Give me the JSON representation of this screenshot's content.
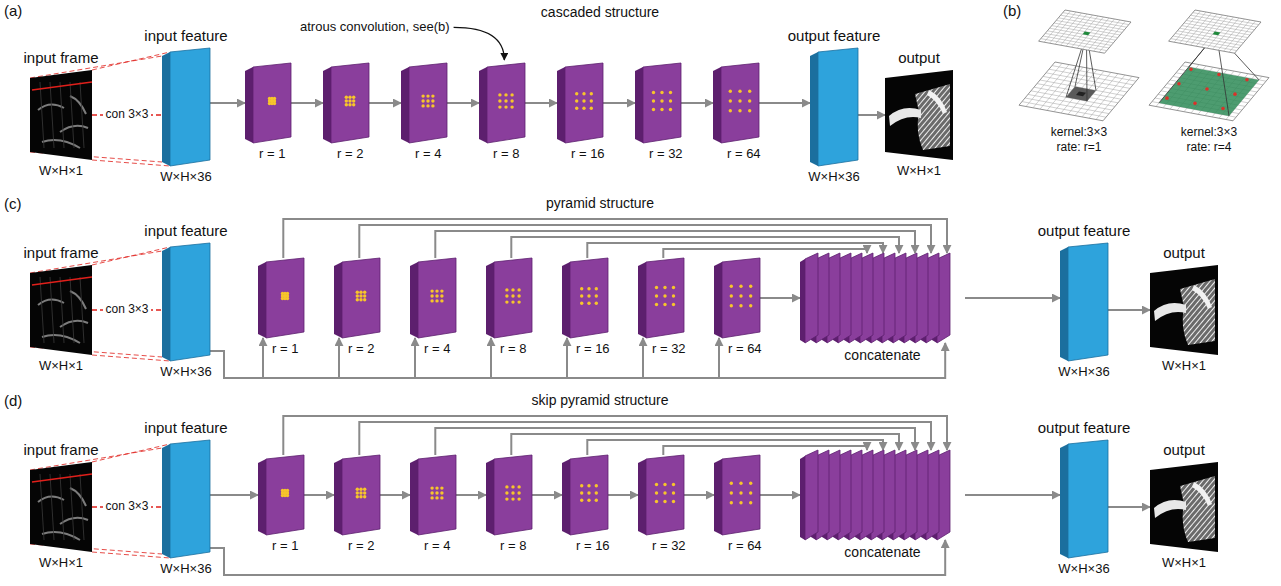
{
  "diagram": {
    "nodes": [
      {
        "text": [
          "input frame",
          "W×H×1"
        ]
      },
      {
        "text": [
          "input feature",
          "W×H×36"
        ]
      },
      {
        "text": [
          "r = 1"
        ]
      },
      {
        "text": [
          "r = 2"
        ]
      },
      {
        "text": [
          "r = 4"
        ]
      },
      {
        "text": [
          "r = 8"
        ]
      },
      {
        "text": [
          "r = 16"
        ]
      },
      {
        "text": [
          "r = 32"
        ]
      },
      {
        "text": [
          "r = 64"
        ]
      },
      {
        "text": [
          "output feature",
          "W×H×36"
        ]
      },
      {
        "text": [
          "output",
          "W×H×1"
        ]
      },
      {
        "text": [
          "input frame",
          "W×H×1"
        ]
      },
      {
        "text": [
          "input feature",
          "W×H×36"
        ]
      },
      {
        "text": [
          "r = 1"
        ]
      },
      {
        "text": [
          "r = 2"
        ]
      },
      {
        "text": [
          "r = 4"
        ]
      },
      {
        "text": [
          "r = 8"
        ]
      },
      {
        "text": [
          "r = 16"
        ]
      },
      {
        "text": [
          "r = 32"
        ]
      },
      {
        "text": [
          "r = 64"
        ]
      },
      {
        "text": [
          "concatenate"
        ]
      },
      {
        "text": [
          "output feature",
          "W×H×36"
        ]
      },
      {
        "text": [
          "output",
          "W×H×1"
        ]
      },
      {
        "text": [
          "input frame",
          "W×H×1"
        ]
      },
      {
        "text": [
          "input feature",
          "W×H×36"
        ]
      },
      {
        "text": [
          "r = 1"
        ]
      },
      {
        "text": [
          "r = 2"
        ]
      },
      {
        "text": [
          "r = 4"
        ]
      },
      {
        "text": [
          "r = 8"
        ]
      },
      {
        "text": [
          "r = 16"
        ]
      },
      {
        "text": [
          "r = 32"
        ]
      },
      {
        "text": [
          "r = 64"
        ]
      },
      {
        "text": [
          "concatenate"
        ]
      },
      {
        "text": [
          "output feature",
          "W×H×36"
        ]
      },
      {
        "text": [
          "output",
          "W×H×1"
        ]
      }
    ],
    "edges": [
      {
        "from": 0,
        "to": 1,
        "label": "con 3×3",
        "arrow": "none"
      },
      {
        "from": 1,
        "to": 2,
        "arrow": "to"
      },
      {
        "from": 2,
        "to": 3,
        "arrow": "to"
      },
      {
        "from": 3,
        "to": 4,
        "arrow": "to"
      },
      {
        "from": 4,
        "to": 5,
        "arrow": "to"
      },
      {
        "from": 5,
        "to": 6,
        "arrow": "to"
      },
      {
        "from": 6,
        "to": 7,
        "arrow": "to"
      },
      {
        "from": 7,
        "to": 8,
        "arrow": "to"
      },
      {
        "from": 8,
        "to": 9,
        "arrow": "to"
      },
      {
        "from": 9,
        "to": 10,
        "arrow": "to"
      },
      {
        "from": 11,
        "to": 12,
        "label": "con 3×3",
        "arrow": "none"
      },
      {
        "from": 12,
        "to": 13,
        "arrow": "to"
      },
      {
        "from": 12,
        "to": 14,
        "arrow": "to"
      },
      {
        "from": 12,
        "to": 15,
        "arrow": "to"
      },
      {
        "from": 12,
        "to": 16,
        "arrow": "to"
      },
      {
        "from": 12,
        "to": 17,
        "arrow": "to"
      },
      {
        "from": 12,
        "to": 18,
        "arrow": "to"
      },
      {
        "from": 12,
        "to": 19,
        "arrow": "to"
      },
      {
        "from": 13,
        "to": 20,
        "arrow": "to"
      },
      {
        "from": 14,
        "to": 20,
        "arrow": "to"
      },
      {
        "from": 15,
        "to": 20,
        "arrow": "to"
      },
      {
        "from": 16,
        "to": 20,
        "arrow": "to"
      },
      {
        "from": 17,
        "to": 20,
        "arrow": "to"
      },
      {
        "from": 18,
        "to": 20,
        "arrow": "to"
      },
      {
        "from": 19,
        "to": 20,
        "arrow": "to"
      },
      {
        "from": 12,
        "to": 20,
        "arrow": "to"
      },
      {
        "from": 20,
        "to": 21,
        "arrow": "to"
      },
      {
        "from": 21,
        "to": 22,
        "arrow": "to"
      },
      {
        "from": 23,
        "to": 24,
        "label": "con 3×3",
        "arrow": "none"
      },
      {
        "from": 24,
        "to": 25,
        "arrow": "to"
      },
      {
        "from": 25,
        "to": 26,
        "arrow": "to"
      },
      {
        "from": 26,
        "to": 27,
        "arrow": "to"
      },
      {
        "from": 27,
        "to": 28,
        "arrow": "to"
      },
      {
        "from": 28,
        "to": 29,
        "arrow": "to"
      },
      {
        "from": 29,
        "to": 30,
        "arrow": "to"
      },
      {
        "from": 30,
        "to": 31,
        "arrow": "to"
      },
      {
        "from": 25,
        "to": 32,
        "arrow": "to"
      },
      {
        "from": 26,
        "to": 32,
        "arrow": "to"
      },
      {
        "from": 27,
        "to": 32,
        "arrow": "to"
      },
      {
        "from": 28,
        "to": 32,
        "arrow": "to"
      },
      {
        "from": 29,
        "to": 32,
        "arrow": "to"
      },
      {
        "from": 30,
        "to": 32,
        "arrow": "to"
      },
      {
        "from": 31,
        "to": 32,
        "arrow": "to"
      },
      {
        "from": 24,
        "to": 32,
        "arrow": "to"
      },
      {
        "from": 32,
        "to": 33,
        "arrow": "to"
      },
      {
        "from": 33,
        "to": 34,
        "arrow": "to"
      }
    ],
    "labels": [
      "(a)",
      "cascaded structure",
      "atrous convolution, see(b)",
      "(b)",
      "kernel:3×3",
      "rate: r=1",
      "kernel:3×3",
      "rate: r=4",
      "(c)",
      "pyramid structure",
      "(d)",
      "skip pyramid structure"
    ]
  }
}
